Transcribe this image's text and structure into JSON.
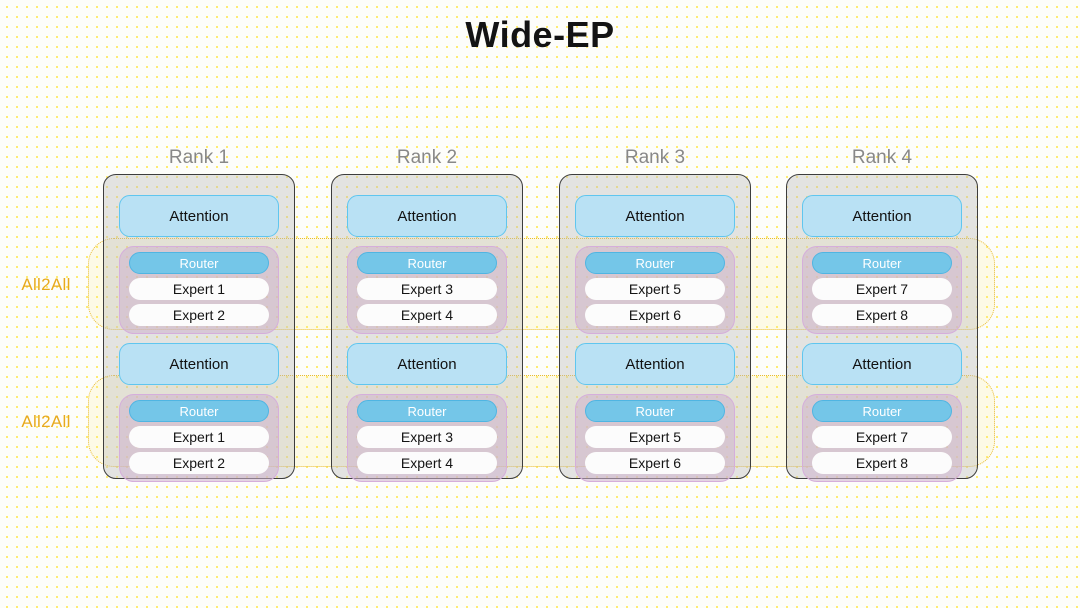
{
  "title": "Wide-EP",
  "all2all": {
    "label": "All2All",
    "bands": [
      {
        "label": "All2All"
      },
      {
        "label": "All2All"
      }
    ]
  },
  "blocks": {
    "attention_label": "Attention",
    "router_label": "Router"
  },
  "colors": {
    "background": "#fdfdfa",
    "dot": "#ffe94d",
    "title_text": "#131313",
    "rank_label_text": "#888888",
    "rank_box_border": "#3d3d3d",
    "rank_box_fill": "#bebebe",
    "attention_fill": "#b9e1f4",
    "attention_border": "#5fc6ef",
    "router_fill": "#74c6e8",
    "router_border": "#4fb5e2",
    "router_text": "#ffffff",
    "moe_fill": "#ceb2ce",
    "moe_border": "#d5aedb",
    "expert_fill": "#fcfcfc",
    "expert_text": "#141414",
    "all2all_text": "#e8aa1e",
    "all2all_border": "#e8bb33"
  },
  "ranks": [
    {
      "label": "Rank 1",
      "layers": [
        {
          "attention": "Attention",
          "router": "Router",
          "experts": [
            "Expert 1",
            "Expert 2"
          ]
        },
        {
          "attention": "Attention",
          "router": "Router",
          "experts": [
            "Expert 1",
            "Expert 2"
          ]
        }
      ]
    },
    {
      "label": "Rank 2",
      "layers": [
        {
          "attention": "Attention",
          "router": "Router",
          "experts": [
            "Expert 3",
            "Expert 4"
          ]
        },
        {
          "attention": "Attention",
          "router": "Router",
          "experts": [
            "Expert 3",
            "Expert 4"
          ]
        }
      ]
    },
    {
      "label": "Rank 3",
      "layers": [
        {
          "attention": "Attention",
          "router": "Router",
          "experts": [
            "Expert 5",
            "Expert 6"
          ]
        },
        {
          "attention": "Attention",
          "router": "Router",
          "experts": [
            "Expert 5",
            "Expert 6"
          ]
        }
      ]
    },
    {
      "label": "Rank 4",
      "layers": [
        {
          "attention": "Attention",
          "router": "Router",
          "experts": [
            "Expert 7",
            "Expert 8"
          ]
        },
        {
          "attention": "Attention",
          "router": "Router",
          "experts": [
            "Expert 7",
            "Expert 8"
          ]
        }
      ]
    }
  ]
}
